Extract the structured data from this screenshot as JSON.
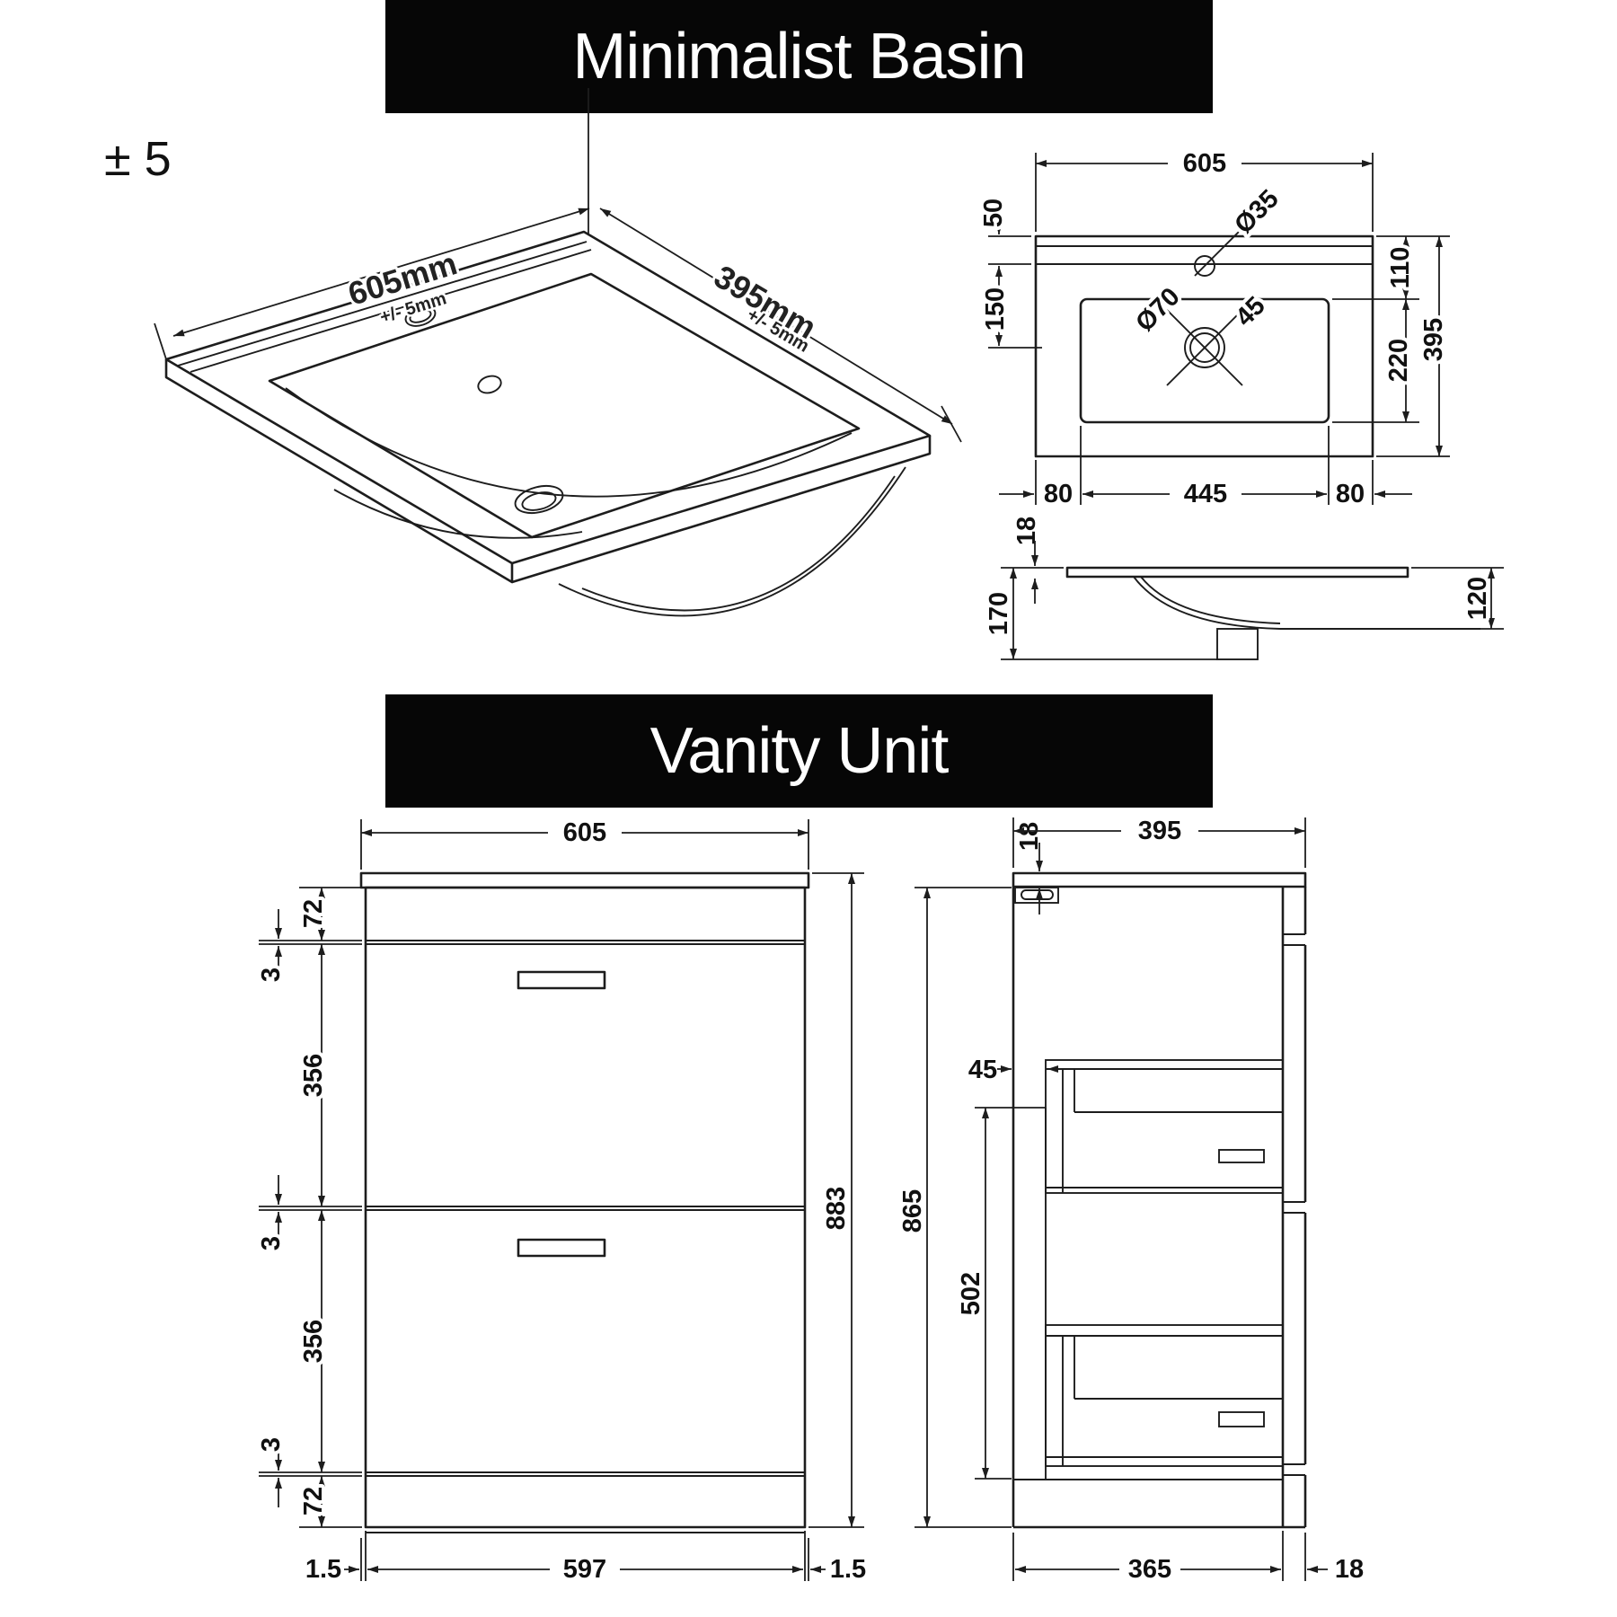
{
  "header": {
    "basin_title": "Minimalist Basin",
    "vanity_title": "Vanity Unit",
    "tolerance_note": "± 5"
  },
  "iso_view": {
    "width_label": "605mm",
    "width_tolerance": "+/- 5mm",
    "depth_label": "395mm",
    "depth_tolerance": "+/- 5mm"
  },
  "plan_view": {
    "overall_width": "605",
    "back_edge": "50",
    "drain_offset": "150",
    "tap_hole_dia": "Ø35",
    "waste_dia": "Ø70",
    "waste_size": "45",
    "deck_depth": "110",
    "bowl_depth": "220",
    "overall_depth": "395",
    "left_margin": "80",
    "bowl_width": "445",
    "right_margin": "80"
  },
  "basin_section": {
    "rim_thickness": "18",
    "overall_height": "170",
    "bowl_height": "120"
  },
  "front_view": {
    "overall_width": "605",
    "top_rail": "72",
    "gap_top": "3",
    "drawer_one": "356",
    "gap_middle": "3",
    "drawer_two": "356",
    "gap_bottom": "3",
    "plinth": "72",
    "overall_height": "883",
    "side_gap_left": "1.5",
    "carcass_width": "597",
    "side_gap_right": "1.5"
  },
  "side_view": {
    "worktop_thickness": "18",
    "overall_depth": "395",
    "drawer_setback": "45",
    "runner_length": "502",
    "carcass_height": "865",
    "base_depth": "365",
    "back_gap": "18"
  }
}
